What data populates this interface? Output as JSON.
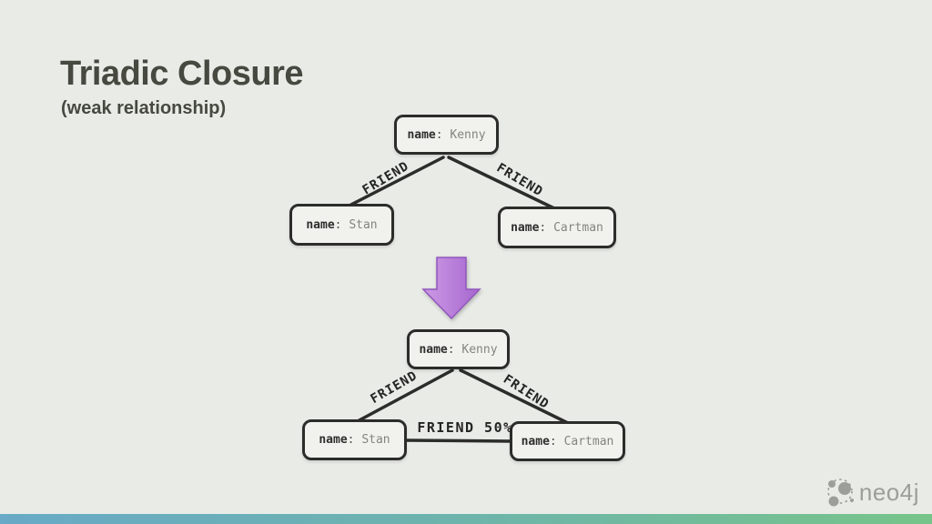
{
  "slide": {
    "title": "Triadic Closure",
    "subtitle": "(weak relationship)"
  },
  "node_separator": ": ",
  "diagram_top": {
    "nodes": {
      "kenny": {
        "key": "name",
        "value": "Kenny"
      },
      "stan": {
        "key": "name",
        "value": "Stan"
      },
      "cartman": {
        "key": "name",
        "value": "Cartman"
      }
    },
    "edges": {
      "kenny_stan": {
        "label": "FRIEND"
      },
      "kenny_cartman": {
        "label": "FRIEND"
      }
    }
  },
  "transition_arrow": {
    "direction": "down",
    "color": "#b678d8"
  },
  "diagram_bottom": {
    "nodes": {
      "kenny": {
        "key": "name",
        "value": "Kenny"
      },
      "stan": {
        "key": "name",
        "value": "Stan"
      },
      "cartman": {
        "key": "name",
        "value": "Cartman"
      }
    },
    "edges": {
      "kenny_stan": {
        "label": "FRIEND"
      },
      "kenny_cartman": {
        "label": "FRIEND"
      },
      "stan_cartman": {
        "label": "FRIEND 50%"
      }
    }
  },
  "logo": {
    "text": "neo4j"
  },
  "colors": {
    "background": "#e9ebe7",
    "node_fill": "#f1f2ee",
    "node_border": "#2c2c2a",
    "title_text": "#474840",
    "arrow_light": "#cd9ae5",
    "arrow_dark": "#a667cf",
    "footer_gradient_left": "#68aac7",
    "footer_gradient_right": "#77c48a",
    "logo_gray": "#9c9e9a"
  }
}
